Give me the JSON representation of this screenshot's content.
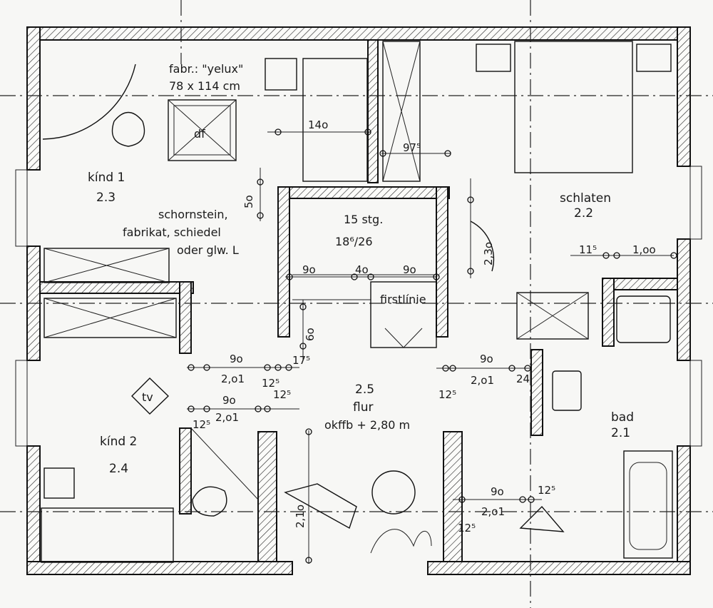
{
  "rooms": {
    "kind1": {
      "name": "kínd 1",
      "number": "2.3"
    },
    "kind2": {
      "name": "kínd 2",
      "number": "2.4"
    },
    "schlafen": {
      "name": "schlaten",
      "number": "2.2"
    },
    "bad": {
      "name": "bad",
      "number": "2.1"
    },
    "flur": {
      "number": "2.5",
      "name": "flur",
      "level": "okffb + 2,80 m"
    }
  },
  "notes": {
    "skylight_make": "fabr.: \"yelux\"",
    "skylight_size": "78 x 114 cm",
    "skylight_tag": "df",
    "chimney_1": "schornstein,",
    "chimney_2": "fabrikat, schiedel",
    "chimney_3": "oder glw. L",
    "stairs_steps": "15  stg.",
    "stairs_rise": "18⁶/26",
    "ridge": "firstlínie",
    "tv": "tv"
  },
  "dimensions": {
    "d140": "14o",
    "d975": "97⁵",
    "d50": "5o",
    "d90a": "9o",
    "d40": "4o",
    "d90b": "9o",
    "d230": "2,3o",
    "d115": "11⁵",
    "d100": "1,oo",
    "d60": "6o",
    "d90c": "9o",
    "d201a": "2,o1",
    "d125a": "12⁵",
    "d175": "17⁵",
    "d90d": "9o",
    "d201b": "2,o1",
    "d125b": "12⁵",
    "d125c": "12⁵",
    "d90e": "9o",
    "d201c": "2,o1",
    "d125d": "12⁵",
    "d24": "24",
    "d210": "2,1o",
    "d90f": "9o",
    "d125e": "12⁵",
    "d201d": "2,o1",
    "d125f": "12⁵"
  }
}
